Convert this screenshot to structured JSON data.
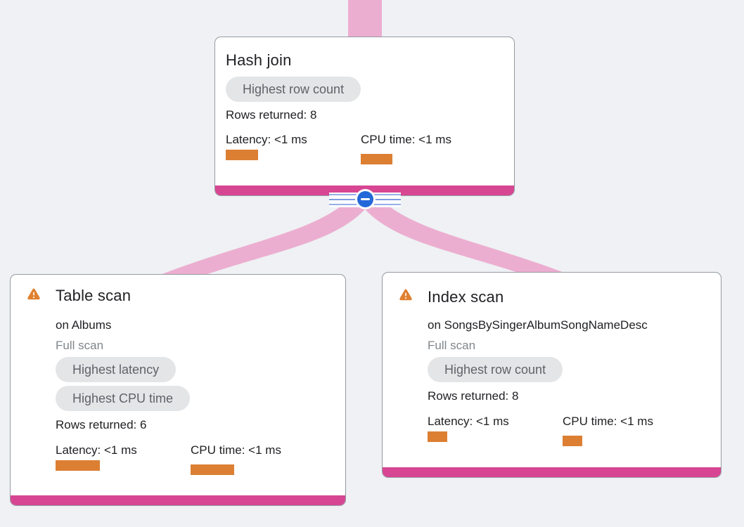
{
  "view": {
    "name": "Query plan visualizer",
    "background": "#eff1f4"
  },
  "colors": {
    "edge_pink": "#ecaed0",
    "node_accent_magenta": "#d74693",
    "metric_bar_orange": "#dc7f33",
    "warning_orange": "#e0802f",
    "collapse_blue": "#2368d8",
    "badge_bg": "#e4e5e7",
    "badge_text": "#5f6368",
    "text_primary": "#202124",
    "text_secondary": "#80868b",
    "card_border": "#959ba1"
  },
  "nodes": [
    {
      "id": "hash-join",
      "title": "Hash join",
      "warning": false,
      "badges": [
        "Highest row count"
      ],
      "rows_returned": "Rows returned: 8",
      "latency": {
        "label": "Latency: <1 ms",
        "bar_style": "width:46px"
      },
      "cpu": {
        "label": "CPU time: <1 ms",
        "bar_style": "width:45px"
      }
    },
    {
      "id": "table-scan",
      "title": "Table scan",
      "warning": true,
      "subtitle": "on Albums",
      "scan_type": "Full scan",
      "badges": [
        "Highest latency",
        "Highest CPU time"
      ],
      "rows_returned": "Rows returned: 6",
      "latency": {
        "label": "Latency: <1 ms",
        "bar_style": "width:63px"
      },
      "cpu": {
        "label": "CPU time: <1 ms",
        "bar_style": "width:62px"
      }
    },
    {
      "id": "index-scan",
      "title": "Index scan",
      "warning": true,
      "subtitle": "on SongsBySingerAlbumSongNameDesc",
      "scan_type": "Full scan",
      "badges": [
        "Highest row count"
      ],
      "rows_returned": "Rows returned: 8",
      "latency": {
        "label": "Latency: <1 ms",
        "bar_style": "width:28px"
      },
      "cpu": {
        "label": "CPU time: <1 ms",
        "bar_style": "width:28px"
      }
    }
  ],
  "collapse_control": {
    "icon": "minus"
  }
}
